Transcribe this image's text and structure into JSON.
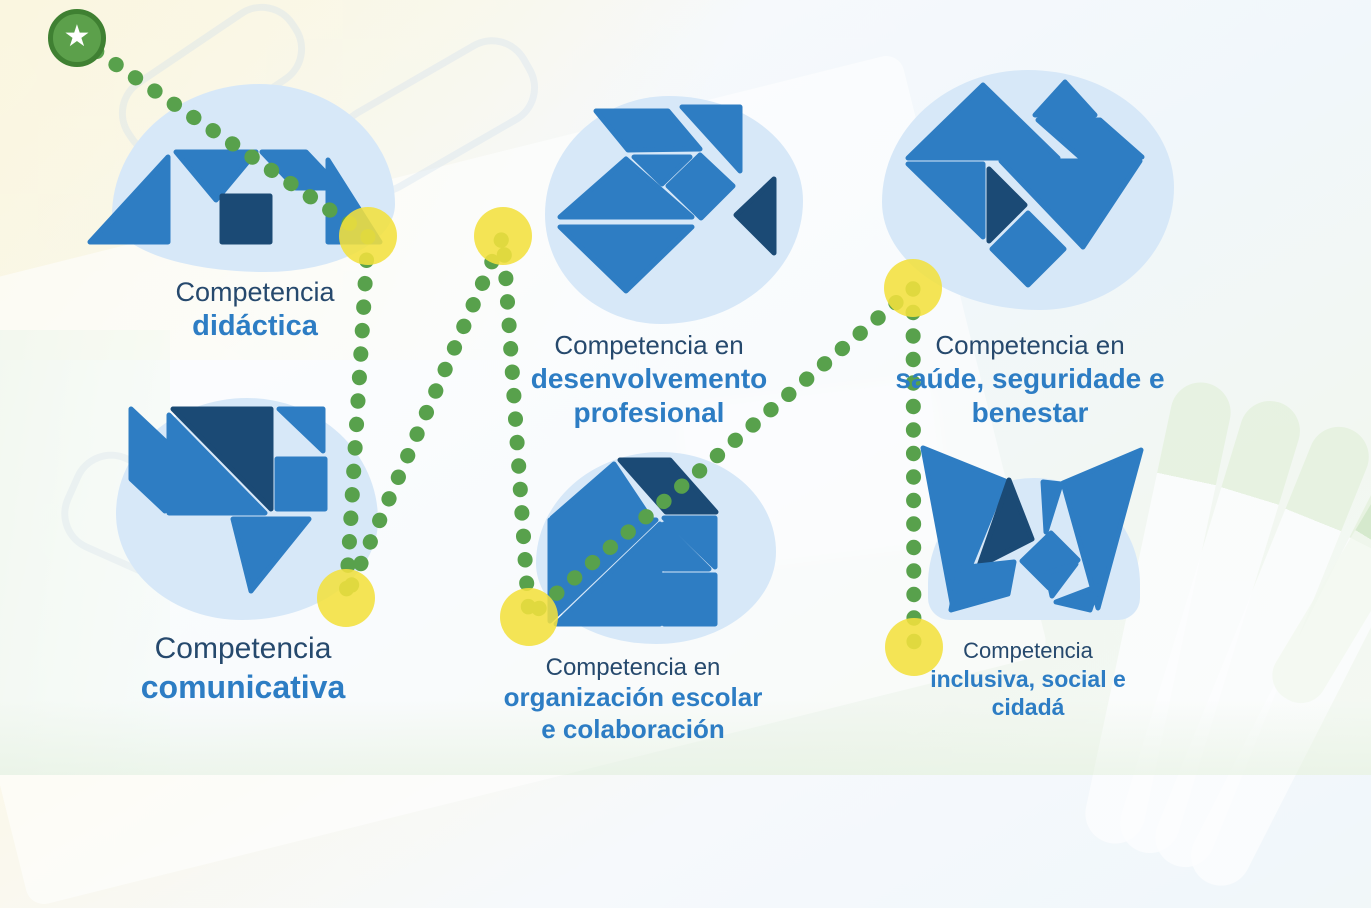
{
  "infographic": {
    "language": "Galician",
    "start_marker": {
      "icon": "star-icon",
      "glyph": "★",
      "fill": "#5ca04b",
      "ring": "#3f8032"
    },
    "path": {
      "style": "dotted",
      "color": "#58a14c",
      "hotspot_color": "#f3e03d",
      "hotspot_count": 6
    },
    "competencies": [
      {
        "name": "didactica",
        "icon": "tangram-bridge-icon",
        "line1": "Competencia",
        "line2": "didáctica",
        "line3": ""
      },
      {
        "name": "comunicativa",
        "icon": "tangram-speech-bubble-icon",
        "line1": "Competencia",
        "line2": "comunicativa",
        "line3": ""
      },
      {
        "name": "desenvolvemento-profesional",
        "icon": "tangram-fish-icon",
        "line1": "Competencia en",
        "line2": "desenvolvemento",
        "line3": "profesional"
      },
      {
        "name": "organizacion-escolar-colaboracion",
        "icon": "tangram-house-icon",
        "line1": "Competencia en",
        "line2": "organización escolar",
        "line3": "e colaboración"
      },
      {
        "name": "saude-seguridade-benestar",
        "icon": "tangram-heart-icon",
        "line1": "Competencia en",
        "line2": "saúde, seguridade e",
        "line3": "benestar"
      },
      {
        "name": "inclusiva-social-cidada",
        "icon": "tangram-butterfly-icon",
        "line1": "Competencia",
        "line2": "inclusiva, social e",
        "line3": "cidadá"
      }
    ],
    "colors": {
      "tangram_blue": "#2e7dc3",
      "tangram_navy": "#1b4a75",
      "blob_light_blue": "#d7e8f8",
      "label_navy": "#26496d",
      "label_blue": "#2d7dc4",
      "dot_green": "#58a14c",
      "hotspot_yellow": "#f3e03d",
      "start_green": "#5ca04b"
    }
  }
}
